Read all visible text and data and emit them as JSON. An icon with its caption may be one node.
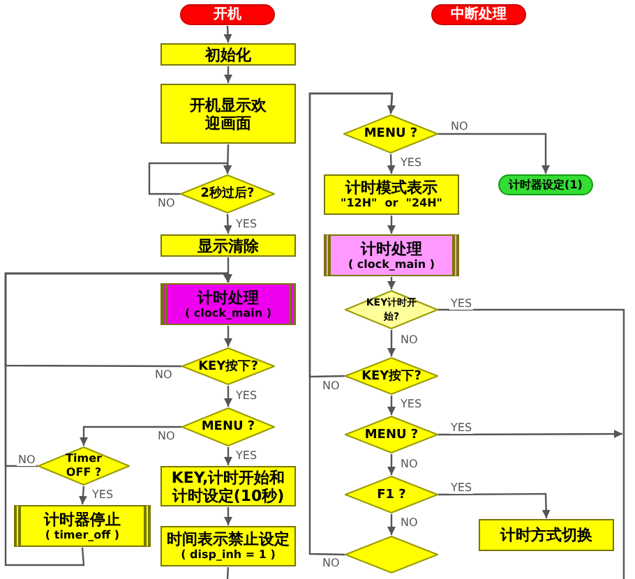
{
  "diagram": {
    "nodes": [
      {
        "text": [
          "开机"
        ]
      },
      {
        "text": [
          "初始化"
        ]
      },
      {
        "text": [
          "开机显示欢迎画面"
        ]
      },
      {
        "text": [
          "2秒过后?"
        ]
      },
      {
        "text": [
          "显示清除"
        ]
      },
      {
        "text": [
          "计时处理",
          "( clock_main )"
        ]
      },
      {
        "text": [
          "KEY按下?"
        ]
      },
      {
        "text": [
          "MENU ?"
        ]
      },
      {
        "text": [
          "Timer OFF ?"
        ]
      },
      {
        "text": [
          "计时器停止",
          "( timer_off )"
        ]
      },
      {
        "text": [
          "KEY,计时开始和计时设定(10秒)"
        ]
      },
      {
        "text": [
          "时间表示禁止设定",
          "( disp_inh = 1 )"
        ]
      },
      {
        "text": [
          "中断处理"
        ]
      },
      {
        "text": [
          "MENU ?"
        ]
      },
      {
        "text": [
          "计时模式表示",
          "\"12H\"  or  \"24H\""
        ]
      },
      {
        "text": [
          "计时器设定(1)"
        ]
      },
      {
        "text": [
          "计时处理",
          "( clock_main )"
        ]
      },
      {
        "text": [
          "KEY计时开始?"
        ]
      },
      {
        "text": [
          "KEY按下?"
        ]
      },
      {
        "text": [
          "MENU ?"
        ]
      },
      {
        "text": [
          "F1 ?"
        ]
      },
      {
        "text": [],
        "shape": "diamond"
      },
      {
        "text": [
          "计时方式切换"
        ]
      }
    ],
    "edges": [
      {
        "from": 0,
        "to": 1,
        "arrow": "to"
      },
      {
        "from": 1,
        "to": 2,
        "arrow": "to"
      },
      {
        "from": 2,
        "to": 3,
        "arrow": "to"
      },
      {
        "from": 3,
        "to": 3,
        "arrow": "to",
        "label": "NO"
      },
      {
        "from": 3,
        "to": 4,
        "arrow": "to",
        "label": "YES"
      },
      {
        "from": 4,
        "to": 5,
        "arrow": "to"
      },
      {
        "from": 5,
        "to": 6,
        "arrow": "to"
      },
      {
        "from": 6,
        "to": 5,
        "arrow": "to",
        "label": "NO"
      },
      {
        "from": 6,
        "to": 7,
        "arrow": "to",
        "label": "YES"
      },
      {
        "from": 7,
        "to": 8,
        "arrow": "to",
        "label": "NO"
      },
      {
        "from": 7,
        "to": 10,
        "arrow": "to",
        "label": "YES"
      },
      {
        "from": 10,
        "to": 11,
        "arrow": "to"
      },
      {
        "from": 8,
        "to": 5,
        "arrow": "to",
        "label": "NO"
      },
      {
        "from": 8,
        "to": 9,
        "arrow": "to",
        "label": "YES"
      },
      {
        "from": 9,
        "to": 5,
        "arrow": "to"
      },
      {
        "from": 11,
        "to": null,
        "arrow": "none"
      },
      {
        "from": 13,
        "to": 14,
        "arrow": "to",
        "label": "YES"
      },
      {
        "from": 13,
        "to": 15,
        "arrow": "to",
        "label": "NO"
      },
      {
        "from": 14,
        "to": 16,
        "arrow": "to"
      },
      {
        "from": 16,
        "to": 17,
        "arrow": "to"
      },
      {
        "from": 17,
        "to": null,
        "arrow": "none",
        "label": "YES"
      },
      {
        "from": 17,
        "to": 18,
        "arrow": "to",
        "label": "NO"
      },
      {
        "from": 18,
        "to": 13,
        "arrow": "to",
        "label": "NO"
      },
      {
        "from": 18,
        "to": 19,
        "arrow": "to",
        "label": "YES"
      },
      {
        "from": 19,
        "to": null,
        "arrow": "to",
        "label": "YES"
      },
      {
        "from": 19,
        "to": 20,
        "arrow": "to",
        "label": "NO"
      },
      {
        "from": 20,
        "to": 22,
        "arrow": "to",
        "label": "YES"
      },
      {
        "from": 20,
        "to": 21,
        "arrow": "to",
        "label": "NO"
      },
      {
        "from": 21,
        "to": 13,
        "arrow": "to",
        "label": "NO"
      }
    ]
  }
}
